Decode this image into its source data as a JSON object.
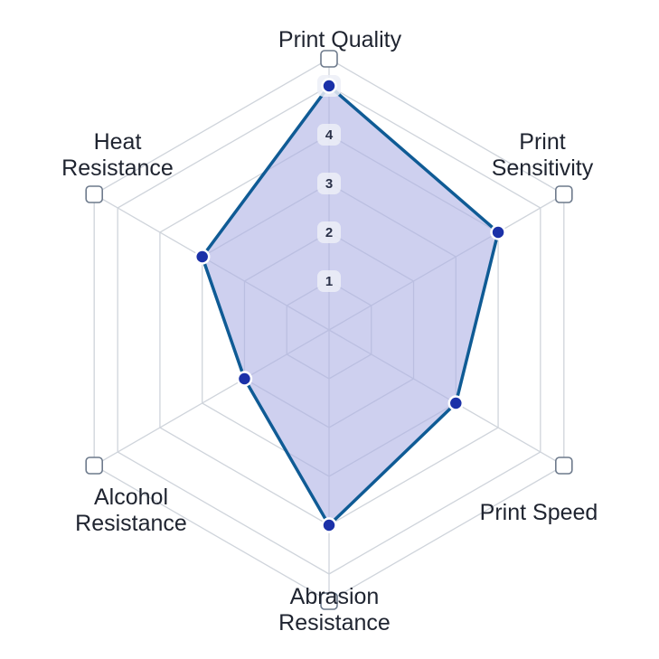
{
  "chart_data": {
    "type": "radar",
    "axes": [
      "Print Quality",
      "Print Sensitivity",
      "Print Speed",
      "Abrasion Resistance",
      "Alcohol Resistance",
      "Heat Resistance"
    ],
    "axis_label_lines": [
      [
        "Print Quality"
      ],
      [
        "Print",
        "Sensitivity"
      ],
      [
        "Print Speed"
      ],
      [
        "Abrasion",
        "Resistance"
      ],
      [
        "Alcohol",
        "Resistance"
      ],
      [
        "Heat",
        "Resistance"
      ]
    ],
    "series": [
      {
        "values": [
          5,
          4,
          3,
          4,
          2,
          3
        ]
      }
    ],
    "range": [
      0,
      5
    ],
    "ticks": [
      "1",
      "2",
      "3",
      "4",
      "5"
    ],
    "grid": true
  },
  "colors": {
    "area_fill": "#aeb0e4",
    "area_stroke": "#0f5b95",
    "point": "#1b31a8",
    "grid": "#cfd4db"
  }
}
